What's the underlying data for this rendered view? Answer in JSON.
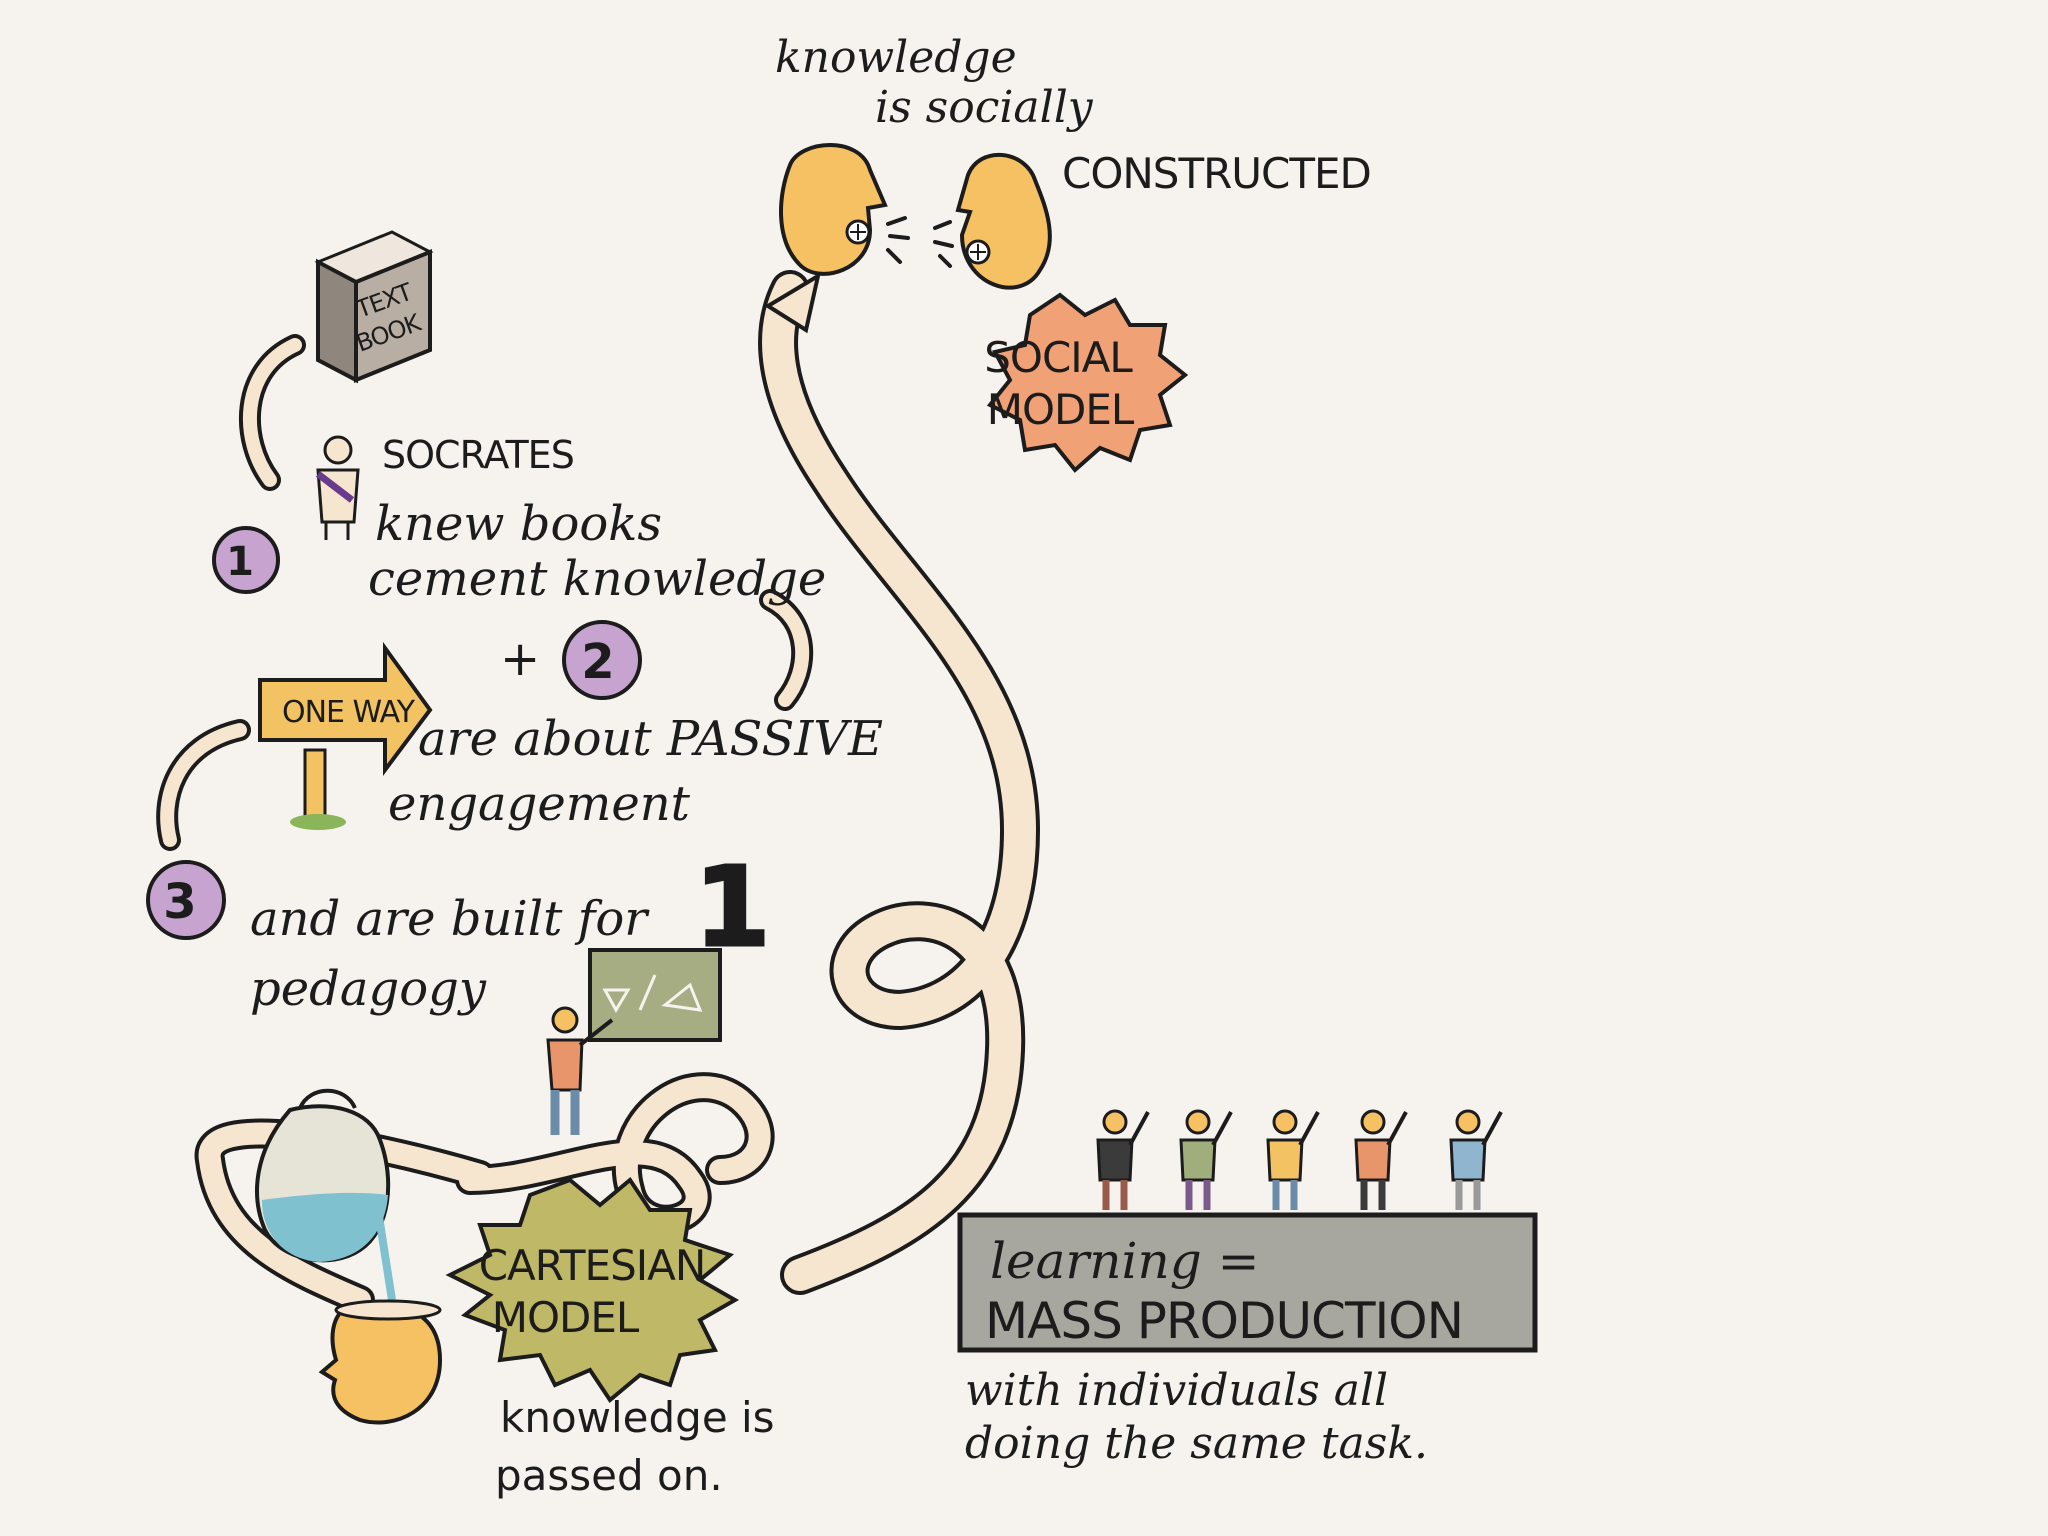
{
  "social": {
    "caption_line1": "knowledge",
    "caption_line2": "is socially",
    "caption_line3": "CONSTRUCTED",
    "badge_line1": "SOCIAL",
    "badge_line2": "MODEL",
    "badge_color": "#f1a176"
  },
  "textbook": {
    "line1": "TEXT",
    "line2": "BOOK"
  },
  "socrates": "SOCRATES",
  "steps": [
    {
      "number": "1",
      "line1": "knew books",
      "line2": "cement knowledge",
      "plus": "+"
    },
    {
      "number": "2",
      "line1": "are about PASSIVE",
      "line2": "engagement"
    },
    {
      "number": "3",
      "line1": "and are built for",
      "line2": "pedagogy"
    }
  ],
  "sign": {
    "text": "ONE WAY",
    "color": "#f3c262"
  },
  "big_one": "1",
  "cartesian": {
    "badge_line1": "CARTESIAN",
    "badge_line2": "MODEL",
    "badge_color": "#bfb967",
    "caption_line1": "knowledge is",
    "caption_line2": "passed on."
  },
  "mass": {
    "line1": "learning =",
    "line2": "MASS PRODUCTION",
    "caption_line1": "with individuals all",
    "caption_line2": "doing the same task.",
    "box_color": "#a8a79f"
  },
  "colors": {
    "path": "#f6e6cf",
    "face": "#f6c163",
    "badge_number": "#c7a3cf",
    "ink": "#1c1c1c",
    "board": "#a7ad83"
  }
}
